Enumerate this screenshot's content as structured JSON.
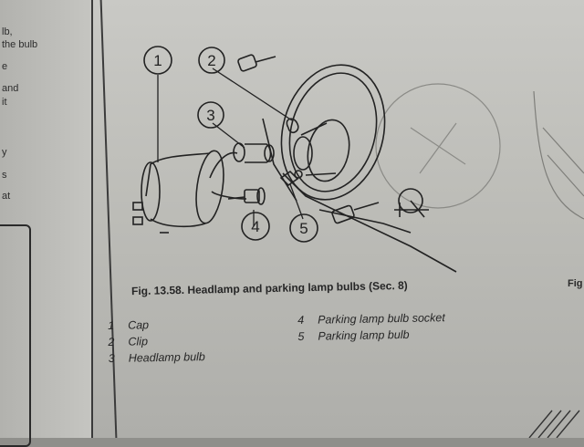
{
  "left_fragments": [
    "lb,",
    "the bulb",
    "e",
    "and",
    "it",
    "y",
    "s",
    "at"
  ],
  "callouts": [
    "1",
    "2",
    "3",
    "4",
    "5"
  ],
  "caption": "Fig. 13.58. Headlamp and parking lamp bulbs (Sec. 8)",
  "right_fig_fragment": "Fig",
  "legend_left": [
    {
      "n": "1",
      "label": "Cap"
    },
    {
      "n": "2",
      "label": "Clip"
    },
    {
      "n": "3",
      "label": "Headlamp bulb"
    }
  ],
  "legend_right": [
    {
      "n": "4",
      "label": "Parking lamp bulb socket"
    },
    {
      "n": "5",
      "label": "Parking lamp bulb"
    }
  ]
}
